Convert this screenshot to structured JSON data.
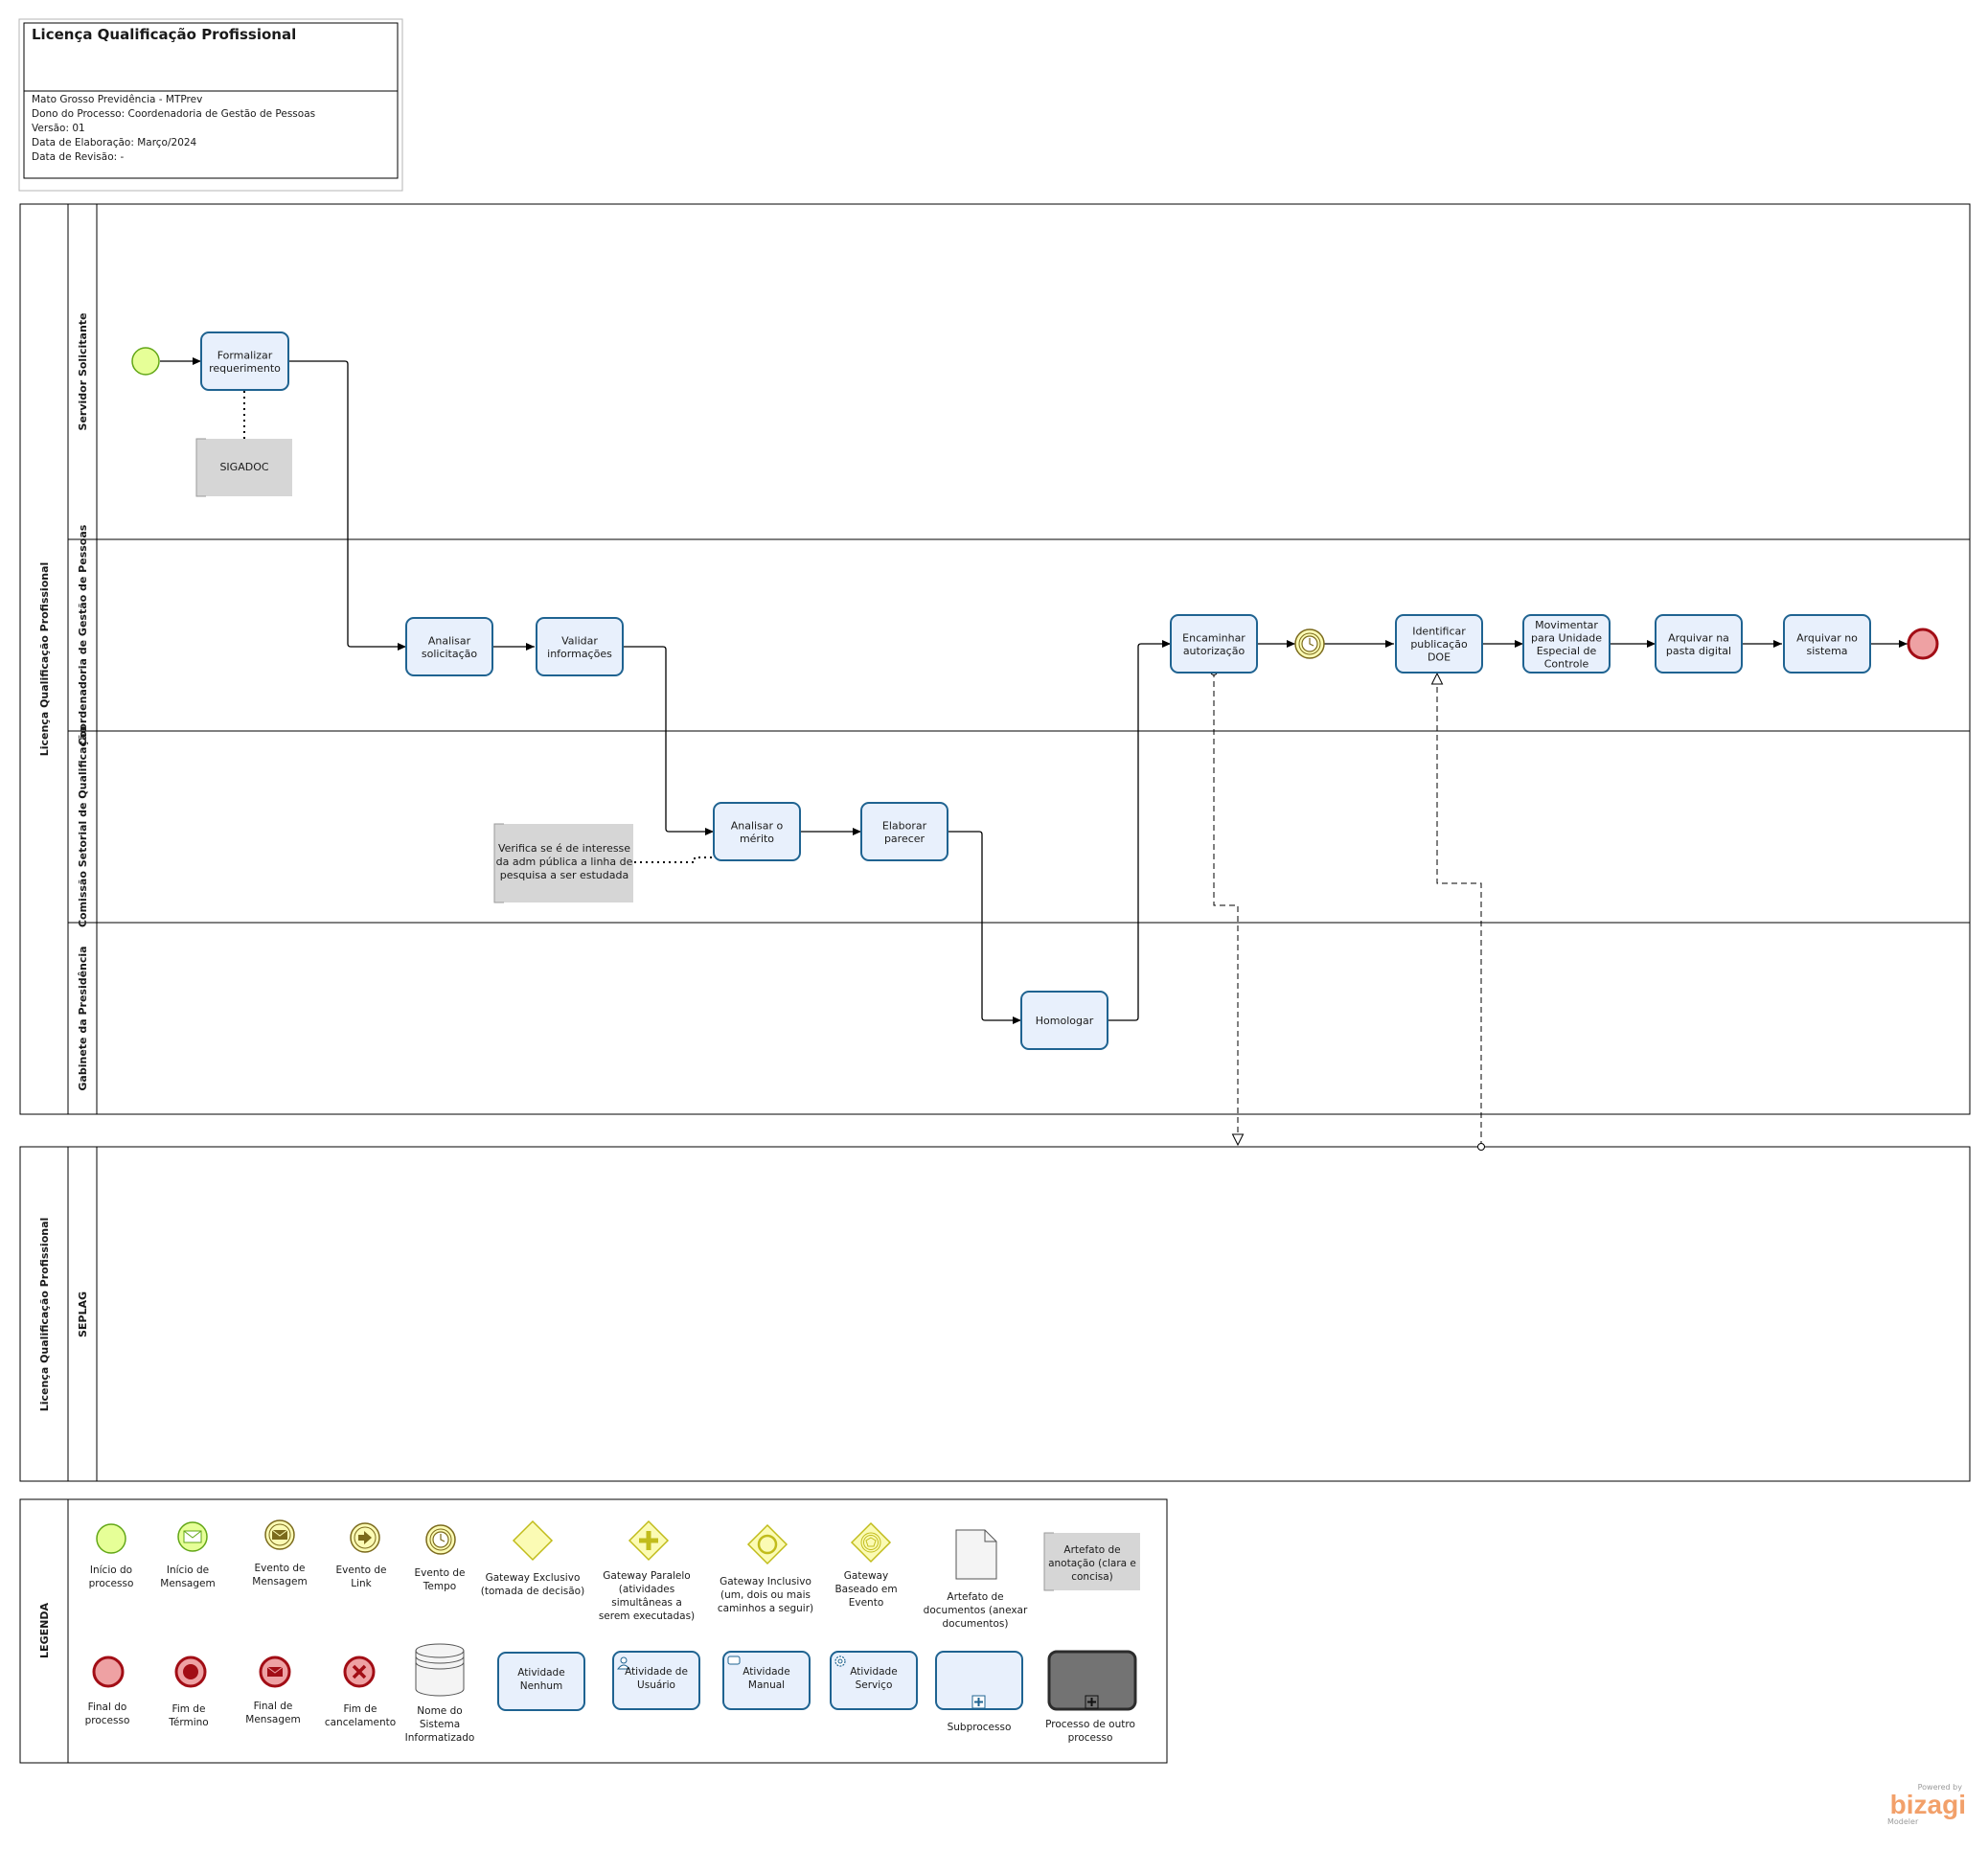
{
  "header": {
    "title": "Licença Qualificação Profissional",
    "lines": [
      "Mato Grosso Previdência - MTPrev",
      "Dono do Processo: Coordenadoria de Gestão de Pessoas",
      "Versão: 01",
      "Data de Elaboração: Março/2024",
      "Data de Revisão: -"
    ]
  },
  "pools": [
    {
      "id": "main",
      "name": "Licença Qualificação Profissional",
      "lanes": [
        {
          "id": "servidor",
          "name": "Servidor Solicitante"
        },
        {
          "id": "coord",
          "name": "Coordenadoria de Gestão de Pessoas"
        },
        {
          "id": "comissao",
          "name": "Comissão Setorial de Qualificação"
        },
        {
          "id": "gabinete",
          "name": "Gabinete da Presidência"
        }
      ]
    },
    {
      "id": "seplag",
      "name": "Licença Qualificação Profissional",
      "lanes": [
        {
          "id": "seplag",
          "name": "SEPLAG"
        }
      ]
    }
  ],
  "tasks": [
    {
      "id": "t1",
      "lines": [
        "Formalizar",
        "requerimento"
      ]
    },
    {
      "id": "t2",
      "lines": [
        "Analisar",
        "solicitação"
      ]
    },
    {
      "id": "t3",
      "lines": [
        "Validar",
        "informações"
      ]
    },
    {
      "id": "t4",
      "lines": [
        "Analisar o",
        "mérito"
      ]
    },
    {
      "id": "t5",
      "lines": [
        "Elaborar",
        "parecer"
      ]
    },
    {
      "id": "t6",
      "lines": [
        "Homologar"
      ]
    },
    {
      "id": "t7",
      "lines": [
        "Encaminhar",
        "autorização"
      ]
    },
    {
      "id": "t8",
      "lines": [
        "Identificar",
        "publicação",
        "DOE"
      ]
    },
    {
      "id": "t9",
      "lines": [
        "Movimentar",
        "para Unidade",
        "Especial de",
        "Controle"
      ]
    },
    {
      "id": "t10",
      "lines": [
        "Arquivar na",
        "pasta digital"
      ]
    },
    {
      "id": "t11",
      "lines": [
        "Arquivar no",
        "sistema"
      ]
    }
  ],
  "annotations": [
    {
      "id": "a1",
      "lines": [
        "SIGADOC"
      ]
    },
    {
      "id": "a2",
      "lines": [
        "Verifica se é de interesse",
        "da adm pública a linha de",
        "pesquisa a ser estudada"
      ]
    }
  ],
  "legend": {
    "title": "LEGENDA",
    "items": [
      {
        "id": "start",
        "icon": "start-event-icon",
        "lines": [
          "Início do",
          "processo"
        ]
      },
      {
        "id": "start-msg",
        "icon": "message-start-event-icon",
        "lines": [
          "Início de",
          "Mensagem"
        ]
      },
      {
        "id": "msg-event",
        "icon": "message-intermediate-event-icon",
        "lines": [
          "Evento de",
          "Mensagem"
        ]
      },
      {
        "id": "link-event",
        "icon": "link-event-icon",
        "lines": [
          "Evento de",
          "Link"
        ]
      },
      {
        "id": "timer-event",
        "icon": "timer-event-icon",
        "lines": [
          "Evento de",
          "Tempo"
        ]
      },
      {
        "id": "gw-excl",
        "icon": "exclusive-gateway-icon",
        "lines": [
          "Gateway  Exclusivo",
          "(tomada de decisão)"
        ]
      },
      {
        "id": "gw-par",
        "icon": "parallel-gateway-icon",
        "lines": [
          "Gateway  Paralelo",
          "(atividades",
          "simultâneas a",
          "serem executadas)"
        ]
      },
      {
        "id": "gw-incl",
        "icon": "inclusive-gateway-icon",
        "lines": [
          "Gateway  Inclusivo",
          "(um, dois ou mais",
          "caminhos a seguir)"
        ]
      },
      {
        "id": "gw-event",
        "icon": "event-based-gateway-icon",
        "lines": [
          "Gateway",
          "Baseado em",
          "Evento"
        ]
      },
      {
        "id": "doc-artifact",
        "icon": "document-icon",
        "lines": [
          "Artefato de",
          "documentos (anexar",
          "documentos)"
        ]
      },
      {
        "id": "annotation",
        "icon": "annotation-icon",
        "lines": [
          "Artefato de",
          "anotação (clara e",
          "concisa)"
        ]
      },
      {
        "id": "end",
        "icon": "end-event-icon",
        "lines": [
          "Final do",
          "processo"
        ]
      },
      {
        "id": "terminate",
        "icon": "terminate-end-event-icon",
        "lines": [
          "Fim de",
          "Término"
        ]
      },
      {
        "id": "end-msg",
        "icon": "message-end-event-icon",
        "lines": [
          "Final de",
          "Mensagem"
        ]
      },
      {
        "id": "cancel",
        "icon": "cancel-end-event-icon",
        "lines": [
          "Fim de",
          "cancelamento"
        ]
      },
      {
        "id": "datastore",
        "icon": "data-store-icon",
        "lines": [
          "Nome do",
          "Sistema",
          "Informatizado"
        ]
      },
      {
        "id": "task-none",
        "icon": "task-icon",
        "lines": [
          "Atividade",
          "Nenhum"
        ]
      },
      {
        "id": "task-user",
        "icon": "user-task-icon",
        "lines": [
          "Atividade de",
          "Usuário"
        ]
      },
      {
        "id": "task-manual",
        "icon": "manual-task-icon",
        "lines": [
          "Atividade",
          "Manual"
        ]
      },
      {
        "id": "task-service",
        "icon": "service-task-icon",
        "lines": [
          "Atividade",
          "Serviço"
        ]
      },
      {
        "id": "subprocess",
        "icon": "subprocess-icon",
        "lines": [
          "Subprocesso"
        ]
      },
      {
        "id": "call-activity",
        "icon": "call-activity-icon",
        "lines": [
          "Processo de outro",
          "processo"
        ]
      }
    ]
  },
  "watermark": {
    "powered": "Powered by",
    "brand": "bizagi",
    "product": "Modeler"
  },
  "colors": {
    "task_fill": "#e8f0fc",
    "task_stroke": "#1f6391",
    "start_fill": "#e6ff97",
    "start_stroke": "#62a716",
    "end_fill": "#eea1a3",
    "end_stroke": "#a20d15",
    "gateway_fill": "#fbfbb4",
    "gateway_stroke": "#c1bc1b",
    "annotation_fill": "#d6d6d6",
    "brand": "#f2a06a"
  }
}
